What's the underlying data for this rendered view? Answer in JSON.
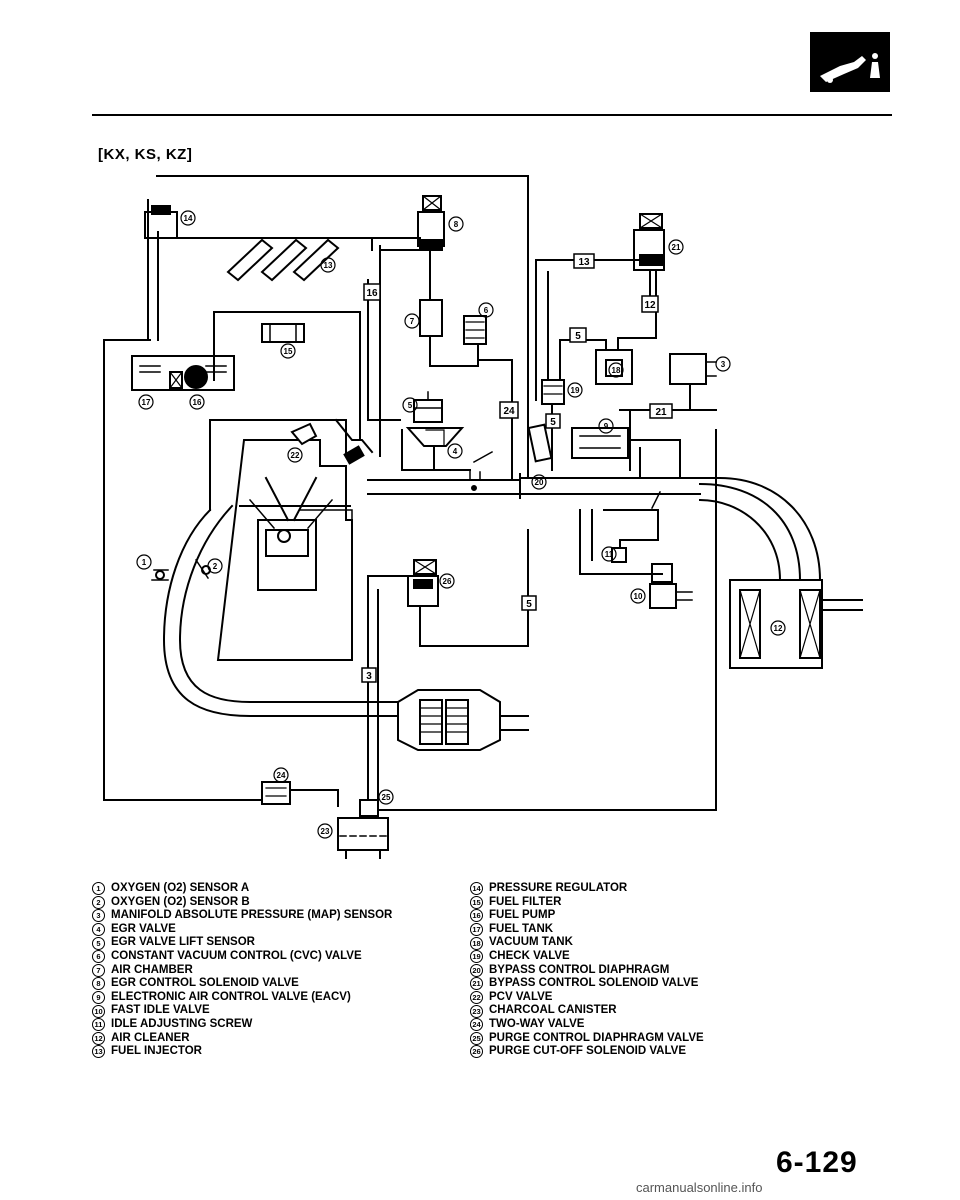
{
  "header": {
    "variant_label": "[KX, KS, KZ]"
  },
  "callouts": {
    "c1": "1",
    "c2": "2",
    "c3": "3",
    "c4": "4",
    "c5": "5",
    "c6": "6",
    "c7": "7",
    "c8": "8",
    "c9": "9",
    "c10": "10",
    "c11": "11",
    "c12": "12",
    "c13": "13",
    "c14": "14",
    "c15": "15",
    "c16": "16",
    "c17": "17",
    "c18": "18",
    "c19": "19",
    "c20": "20",
    "c21": "21",
    "c22": "22",
    "c23": "23",
    "c24": "24",
    "c25": "25",
    "c26": "26"
  },
  "hose_labels": {
    "h3": "3",
    "h5a": "5",
    "h5b": "5",
    "h5c": "5",
    "h12": "12",
    "h13": "13",
    "h16": "16",
    "h21": "21",
    "h24": "24"
  },
  "legend_left": [
    {
      "num": "1",
      "text": "OXYGEN (O2) SENSOR A"
    },
    {
      "num": "2",
      "text": "OXYGEN (O2) SENSOR B"
    },
    {
      "num": "3",
      "text": "MANIFOLD ABSOLUTE PRESSURE (MAP) SENSOR"
    },
    {
      "num": "4",
      "text": "EGR VALVE"
    },
    {
      "num": "5",
      "text": "EGR VALVE LIFT SENSOR"
    },
    {
      "num": "6",
      "text": "CONSTANT VACUUM CONTROL (CVC) VALVE"
    },
    {
      "num": "7",
      "text": "AIR CHAMBER"
    },
    {
      "num": "8",
      "text": "EGR CONTROL SOLENOID VALVE"
    },
    {
      "num": "9",
      "text": "ELECTRONIC AIR CONTROL VALVE (EACV)"
    },
    {
      "num": "10",
      "text": "FAST IDLE VALVE"
    },
    {
      "num": "11",
      "text": "IDLE ADJUSTING SCREW"
    },
    {
      "num": "12",
      "text": "AIR CLEANER"
    },
    {
      "num": "13",
      "text": "FUEL INJECTOR"
    }
  ],
  "legend_right": [
    {
      "num": "14",
      "text": "PRESSURE REGULATOR"
    },
    {
      "num": "15",
      "text": "FUEL FILTER"
    },
    {
      "num": "16",
      "text": "FUEL PUMP"
    },
    {
      "num": "17",
      "text": "FUEL TANK"
    },
    {
      "num": "18",
      "text": "VACUUM TANK"
    },
    {
      "num": "19",
      "text": "CHECK VALVE"
    },
    {
      "num": "20",
      "text": "BYPASS CONTROL DIAPHRAGM"
    },
    {
      "num": "21",
      "text": "BYPASS CONTROL SOLENOID VALVE"
    },
    {
      "num": "22",
      "text": "PCV VALVE"
    },
    {
      "num": "23",
      "text": "CHARCOAL CANISTER"
    },
    {
      "num": "24",
      "text": "TWO-WAY VALVE"
    },
    {
      "num": "25",
      "text": "PURGE CONTROL DIAPHRAGM VALVE"
    },
    {
      "num": "26",
      "text": "PURGE CUT-OFF SOLENOID VALVE"
    }
  ],
  "footer": {
    "page_number": "6-129",
    "watermark": "carmanualsonline.info"
  }
}
